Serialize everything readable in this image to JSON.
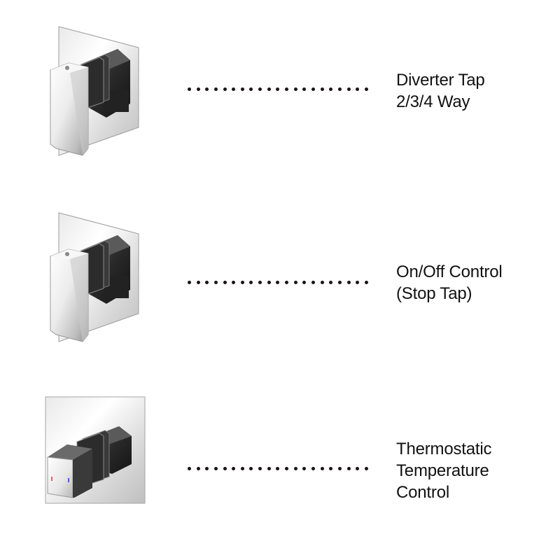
{
  "items": [
    {
      "name": "diverter-tap",
      "label_lines": [
        "Diverter Tap",
        "2/3/4 Way"
      ]
    },
    {
      "name": "on-off-control",
      "label_lines": [
        "On/Off Control",
        "(Stop Tap)"
      ]
    },
    {
      "name": "thermostatic-control",
      "label_lines": [
        "Thermostatic",
        "Temperature",
        "Control"
      ]
    }
  ],
  "colors": {
    "dots": "#1a1414",
    "text": "#111111",
    "chrome_light": "#f4f4f4",
    "chrome_dark": "#2b2b2b"
  },
  "dot_count": 21
}
